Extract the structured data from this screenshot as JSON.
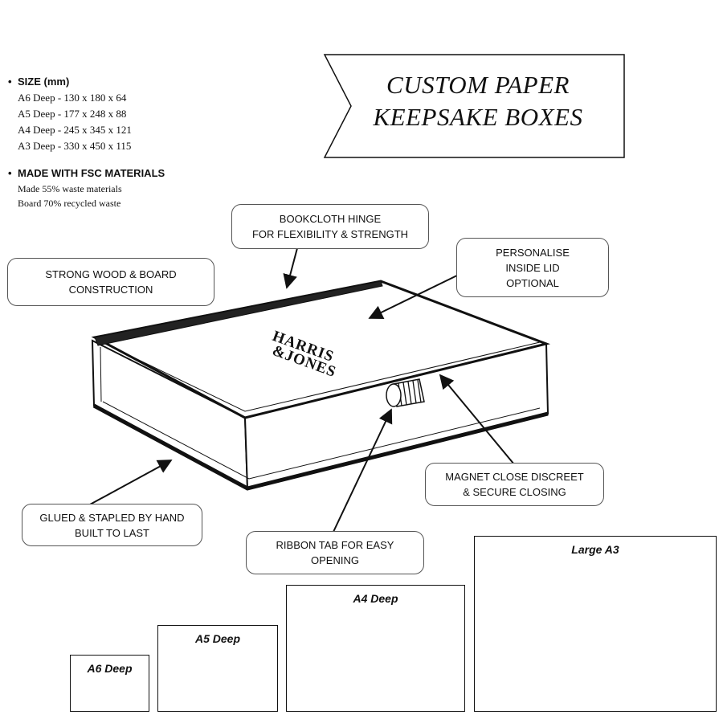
{
  "specs": {
    "size_heading": "SIZE (mm)",
    "size_lines": [
      "A6 Deep - 130 x 180 x 64",
      "A5 Deep - 177 x 248 x 88",
      "A4 Deep - 245 x 345 x 121",
      "A3 Deep - 330 x 450 x 115"
    ],
    "fsc_heading": "MADE WITH FSC MATERIALS",
    "fsc_lines": [
      "Made 55% waste materials",
      "Board 70% recycled waste"
    ]
  },
  "banner": {
    "line1": "CUSTOM PAPER",
    "line2": "KEEPSAKE BOXES"
  },
  "brand": {
    "line1": "HARRIS",
    "line2": "&JONES"
  },
  "callouts": {
    "hinge": [
      "BOOKCLOTH HINGE",
      "FOR FLEXIBILITY & STRENGTH"
    ],
    "wood": [
      "STRONG WOOD & BOARD",
      "CONSTRUCTION"
    ],
    "personalise": [
      "PERSONALISE",
      "INSIDE LID",
      "OPTIONAL"
    ],
    "magnet": [
      "MAGNET CLOSE DISCREET",
      "& SECURE CLOSING"
    ],
    "glued": [
      "GLUED & STAPLED BY HAND",
      "BUILT TO LAST"
    ],
    "ribbon": [
      "RIBBON TAB FOR EASY",
      "OPENING"
    ]
  },
  "size_boxes": {
    "a6": "A6 Deep",
    "a5": "A5 Deep",
    "a4": "A4 Deep",
    "a3": "Large A3"
  }
}
